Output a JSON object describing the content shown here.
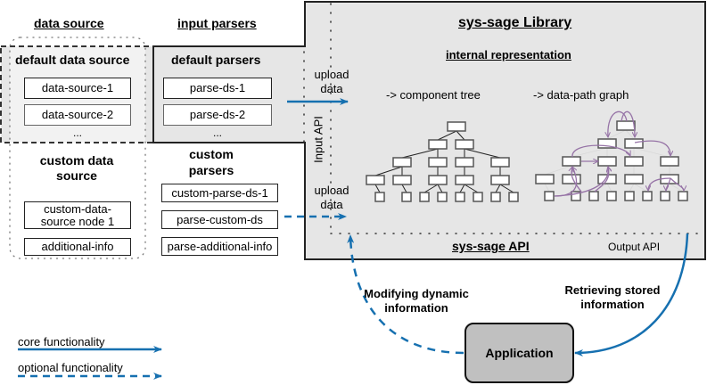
{
  "headers": {
    "data_source": "data source",
    "input_parsers": "input parsers"
  },
  "default_data_source": {
    "title": "default data source",
    "items": [
      "data-source-1",
      "data-source-2"
    ],
    "ellipsis": "..."
  },
  "custom_data_source": {
    "title_line1": "custom data",
    "title_line2": "source",
    "items": [
      "custom-data-source node 1",
      "additional-info"
    ]
  },
  "default_parsers": {
    "title": "default parsers",
    "items": [
      "parse-ds-1",
      "parse-ds-2"
    ],
    "ellipsis": "..."
  },
  "custom_parsers": {
    "title_line1": "custom",
    "title_line2": "parsers",
    "items": [
      "custom-parse-ds-1",
      "parse-custom-ds",
      "parse-additional-info"
    ]
  },
  "library": {
    "title": "sys-sage Library",
    "internal_representation": "internal representation",
    "component_tree_label": "-> component tree",
    "data_path_graph_label": "-> data-path graph",
    "input_api": "Input API",
    "upload_data_1_line1": "upload",
    "upload_data_1_line2": "data",
    "upload_data_2_line1": "upload",
    "upload_data_2_line2": "data",
    "api_label": "sys-sage API",
    "output_api": "Output API"
  },
  "flows": {
    "modifying_line1": "Modifying dynamic",
    "modifying_line2": "information",
    "retrieving_line1": "Retrieving stored",
    "retrieving_line2": "information"
  },
  "application": {
    "label": "Application"
  },
  "legend": {
    "core": "core functionality",
    "optional": "optional functionality"
  },
  "colors": {
    "arrow_blue": "#1670B0",
    "graph_purple": "#9673A6",
    "library_fill": "#E6E6E6",
    "default_source_fill": "#F2F2F2",
    "application_fill": "#C0C0C0"
  }
}
